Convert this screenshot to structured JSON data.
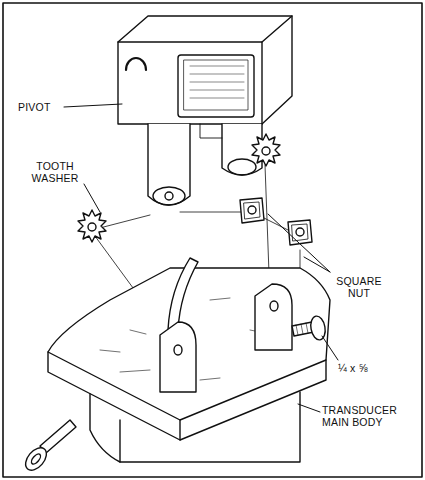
{
  "diagram": {
    "labels": [
      "PIVOT",
      "TOOTH WASHER",
      "SQUARE NUT",
      "¼ x ⅝",
      "TRANSDUCER MAIN BODY"
    ]
  }
}
